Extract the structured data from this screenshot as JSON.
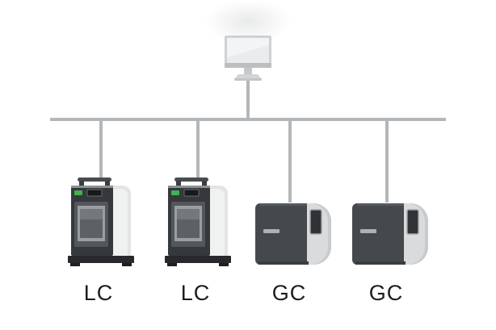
{
  "diagram": {
    "labels": [
      "LC",
      "LC",
      "GC",
      "GC"
    ],
    "colors": {
      "background": "#ffffff",
      "network_line": "#b4b7b9",
      "label_text": "#1c1c1c",
      "lc_body_dark": "#35383c",
      "lc_side_panel": "#f0f1f1",
      "lc_led_green": "#3fb44d",
      "gc_body_dark": "#45484c",
      "gc_side_panel": "#d9dbdc",
      "monitor_gray": "#cfd1d3"
    }
  }
}
